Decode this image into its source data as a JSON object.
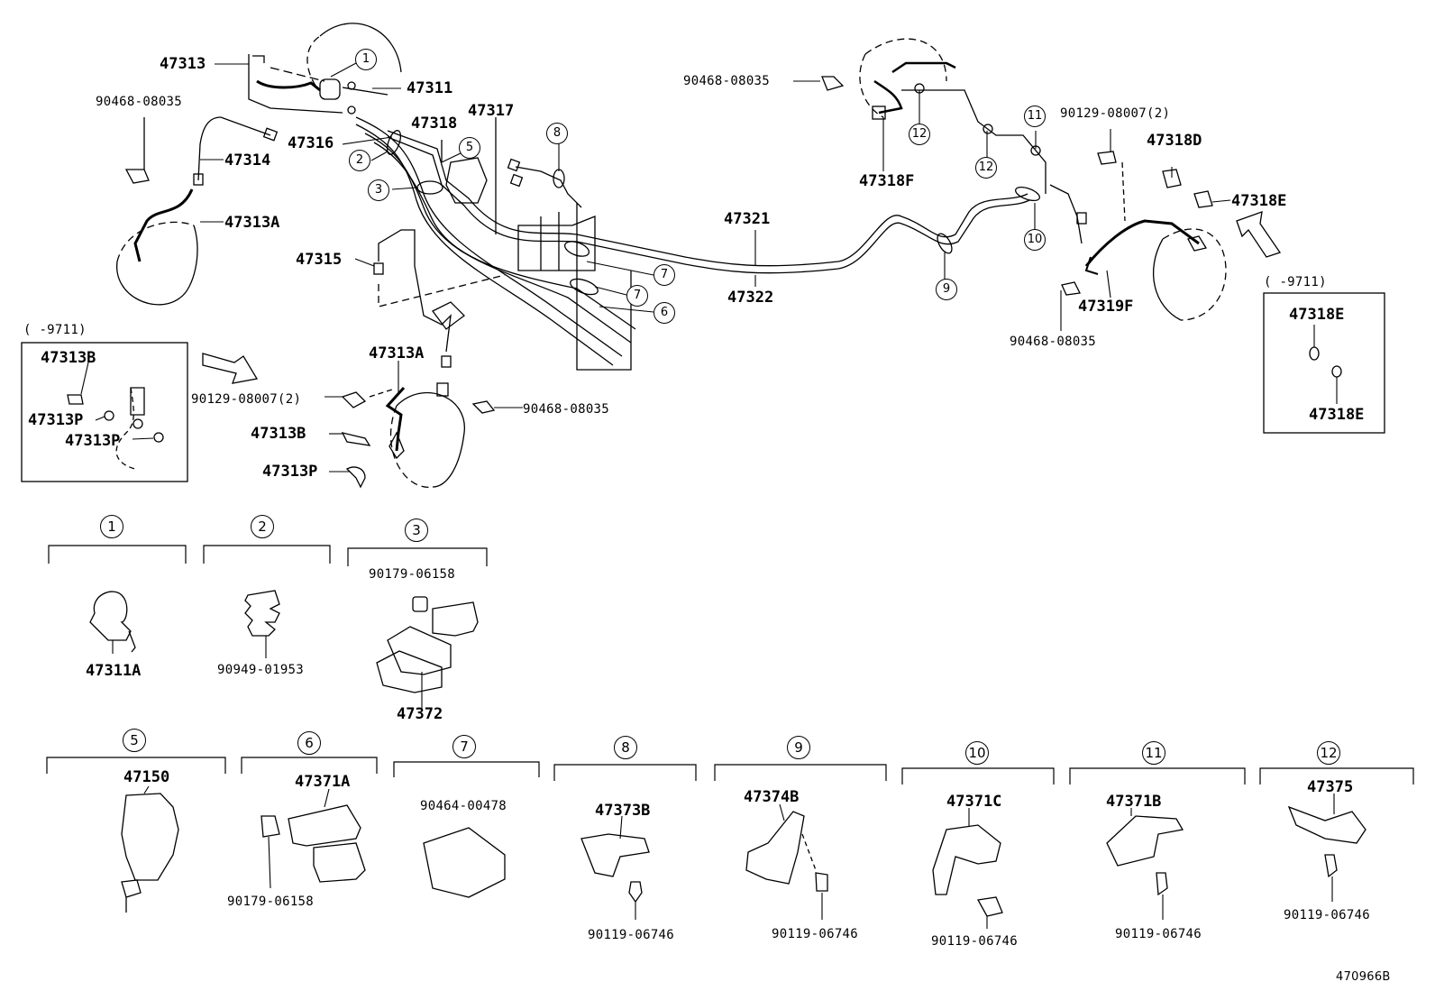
{
  "diagram": {
    "id_code": "470966B",
    "parts": {
      "p47313": "47313",
      "p47311": "47311",
      "p9046808035_a": "90468-08035",
      "p47318": "47318",
      "p47317": "47317",
      "p47316": "47316",
      "p47314": "47314",
      "p47313a_top": "47313A",
      "p47315": "47315",
      "p47313a_mid": "47313A",
      "p9012908007_a": "90129-08007(2)",
      "p9046808035_b": "90468-08035",
      "p47313b": "47313B",
      "p47313p": "47313P",
      "p9046808035_c": "90468-08035",
      "p47318f": "47318F",
      "p9012908007_b": "90129-08007(2)",
      "p47318d": "47318D",
      "p47318e": "47318E",
      "p47321": "47321",
      "p47322": "47322",
      "p47319f": "47319F",
      "p9046808035_d": "90468-08035"
    },
    "inset_left": {
      "range": "(    -9711)",
      "p47313b": "47313B",
      "p47313p_1": "47313P",
      "p47313p_2": "47313P"
    },
    "inset_right": {
      "range": "(    -9711)",
      "p47318e_1": "47318E",
      "p47318e_2": "47318E"
    },
    "callouts": {
      "c1": "1",
      "c2": "2",
      "c3": "3",
      "c5": "5",
      "c6": "6",
      "c7a": "7",
      "c7b": "7",
      "c8": "8",
      "c9": "9",
      "c10": "10",
      "c11": "11",
      "c12a": "12",
      "c12b": "12"
    },
    "details": [
      {
        "num": "1",
        "parts": [
          "47311A"
        ]
      },
      {
        "num": "2",
        "parts": [
          "90949-01953"
        ]
      },
      {
        "num": "3",
        "parts": [
          "90179-06158",
          "47372"
        ]
      },
      {
        "num": "5",
        "parts": [
          "47150"
        ]
      },
      {
        "num": "6",
        "parts": [
          "47371A",
          "90179-06158"
        ]
      },
      {
        "num": "7",
        "parts": [
          "90464-00478"
        ]
      },
      {
        "num": "8",
        "parts": [
          "47373B",
          "90119-06746"
        ]
      },
      {
        "num": "9",
        "parts": [
          "47374B",
          "90119-06746"
        ]
      },
      {
        "num": "10",
        "parts": [
          "47371C",
          "90119-06746"
        ]
      },
      {
        "num": "11",
        "parts": [
          "47371B",
          "90119-06746"
        ]
      },
      {
        "num": "12",
        "parts": [
          "47375",
          "90119-06746"
        ]
      }
    ]
  }
}
